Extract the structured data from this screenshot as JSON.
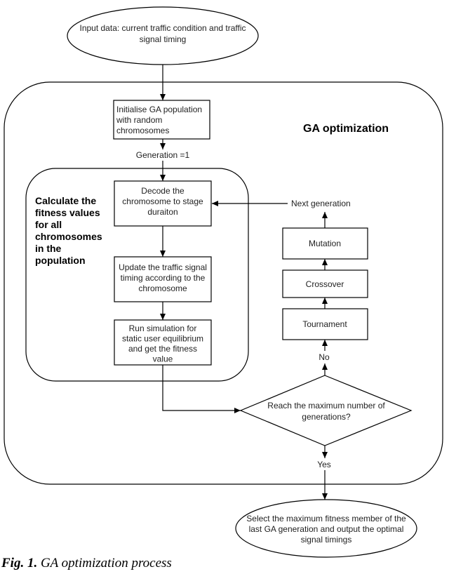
{
  "nodes": {
    "input": [
      "Input data: current traffic condition and traffic",
      "signal timing"
    ],
    "init": [
      "Initialise GA population",
      "with random",
      "chromosomes"
    ],
    "decode": [
      "Decode the",
      "chromosome to stage",
      "duraiton"
    ],
    "update": [
      "Update the traffic signal",
      "timing according to the",
      "chromosome"
    ],
    "simulate": [
      "Run simulation for",
      "static user equilibrium",
      "and get the  fitness",
      "value"
    ],
    "tournament": [
      "Tournament"
    ],
    "crossover": [
      "Crossover"
    ],
    "mutation": [
      "Mutation"
    ],
    "decision": [
      "Reach the maximum number of",
      "generations?"
    ],
    "output": [
      "Select the maximum fitness member of the",
      "last GA generation and output the optimal",
      "signal timings"
    ]
  },
  "labels": {
    "ga_optimization": "GA optimization",
    "fitness_group": [
      "Calculate the",
      "fitness values",
      "for all",
      "chromosomes",
      "in the",
      "population"
    ],
    "generation": "Generation =1",
    "next_generation": "Next generation",
    "no": "No",
    "yes": "Yes"
  },
  "caption": {
    "figure_number": "Fig. 1.",
    "text": "GA optimization process"
  }
}
